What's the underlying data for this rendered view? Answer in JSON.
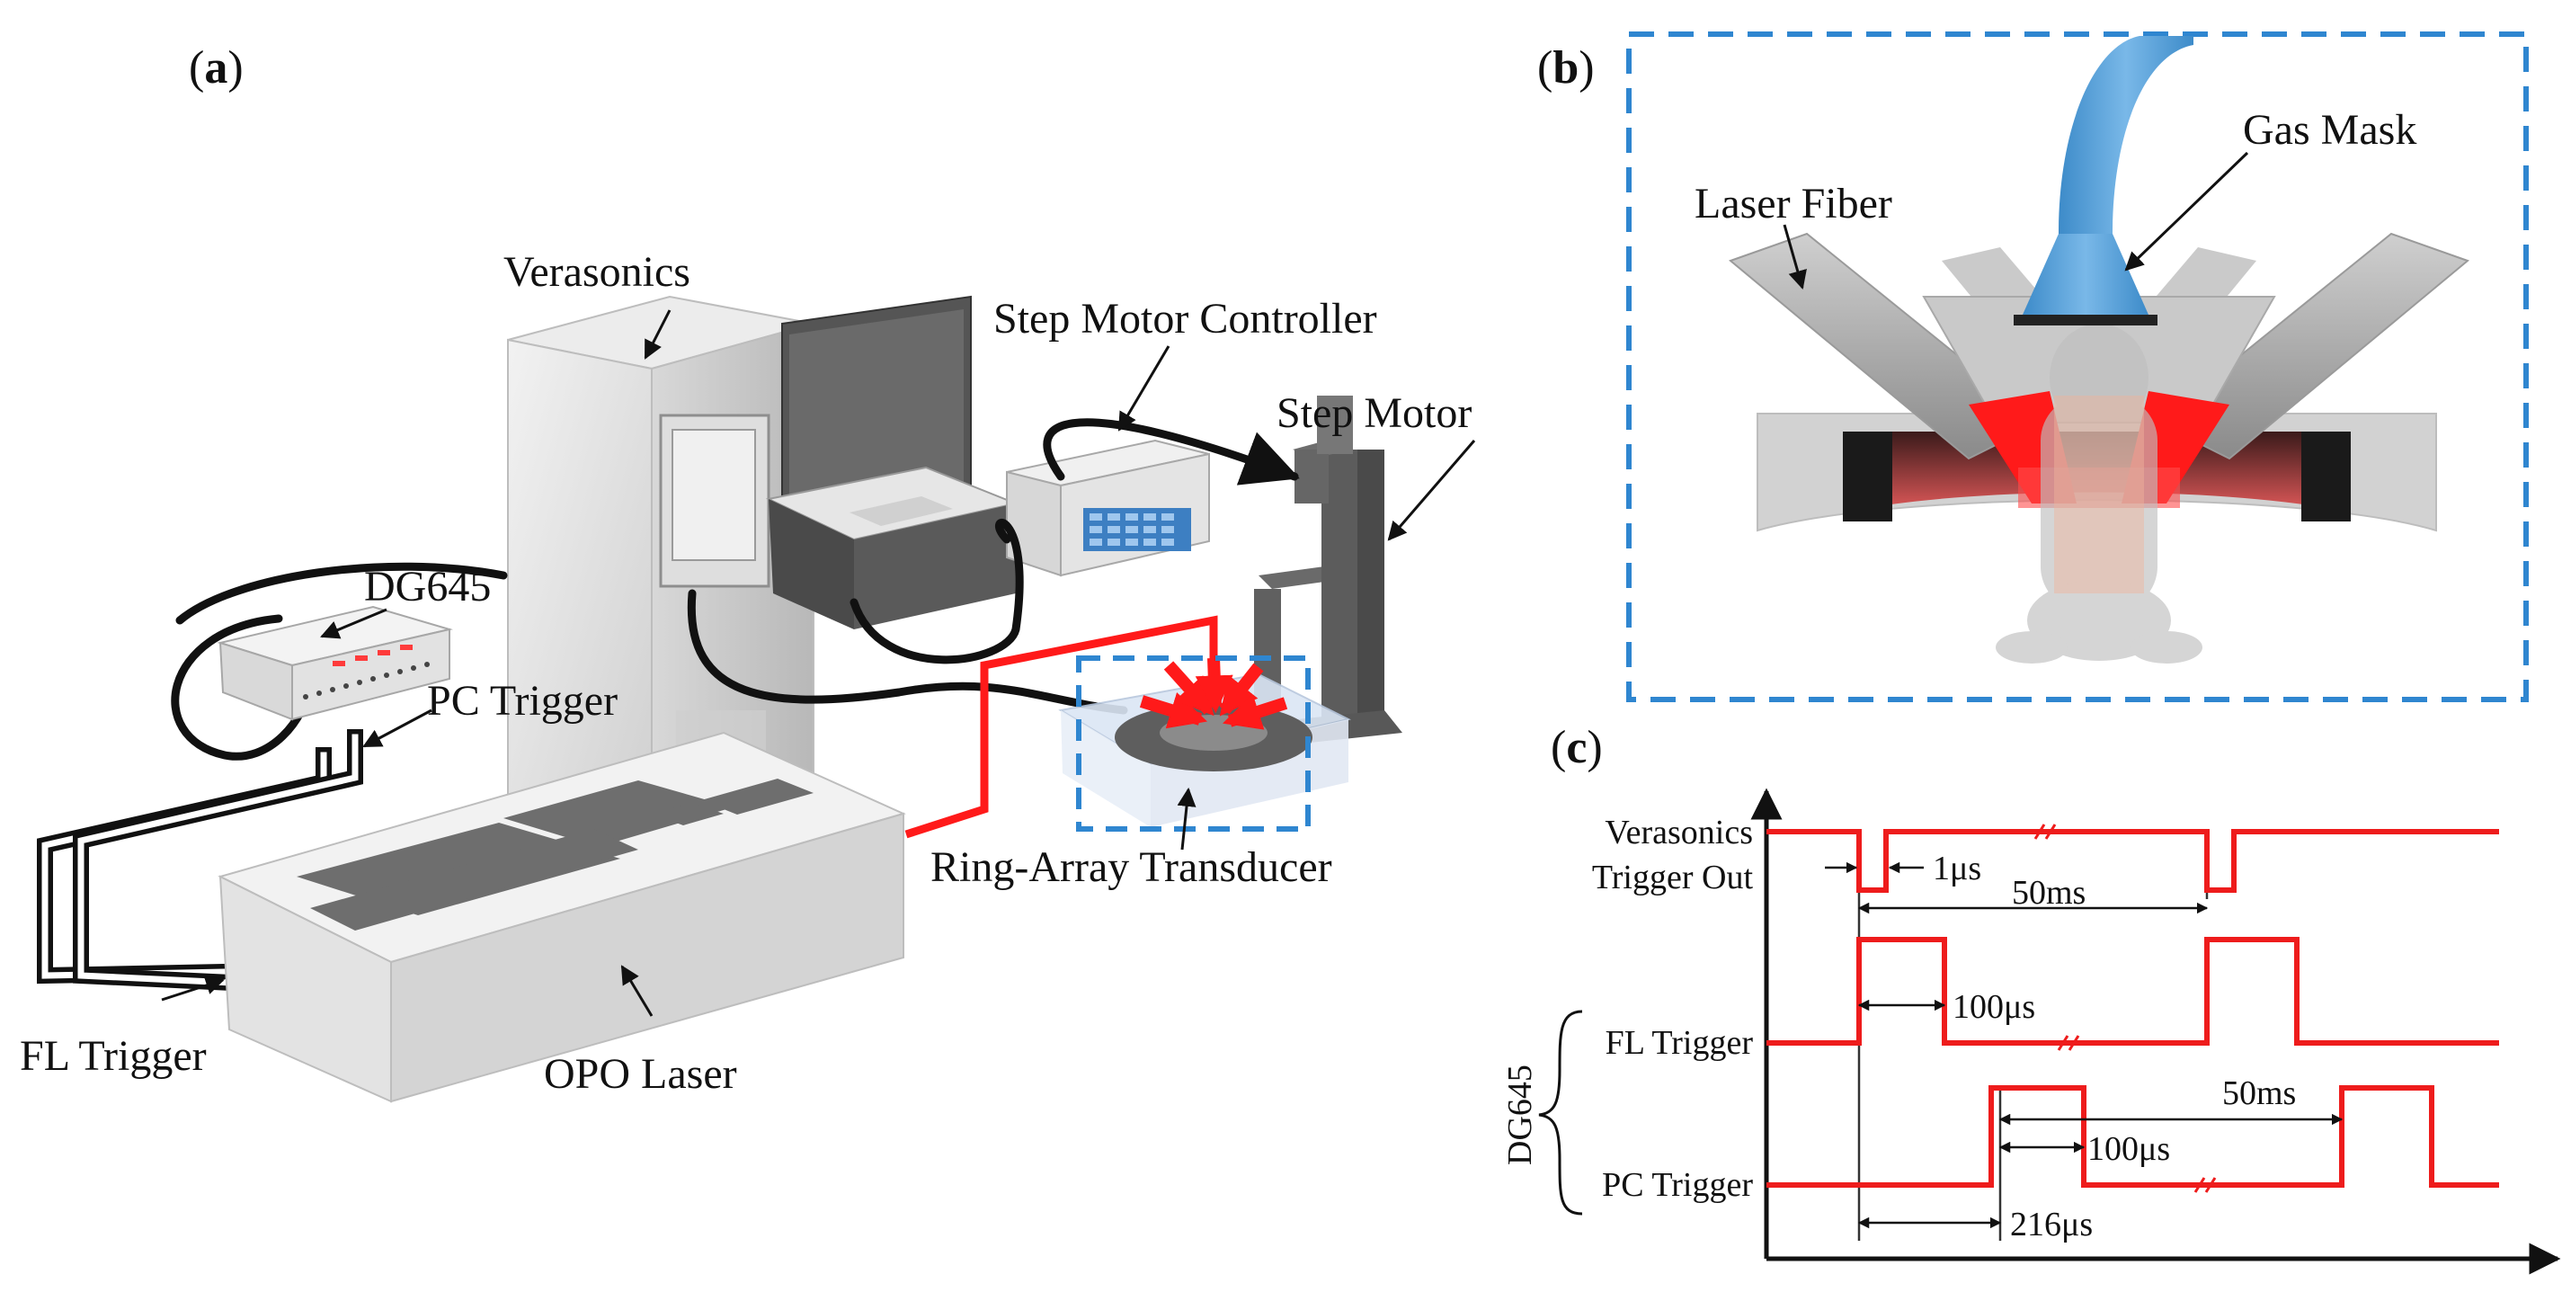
{
  "panels": {
    "a": {
      "label_open": "(",
      "label_letter": "a",
      "label_close": ")",
      "labels": {
        "verasonics": "Verasonics",
        "step_motor_controller": "Step Motor Controller",
        "step_motor": "Step Motor",
        "dg645": "DG645",
        "pc_trigger": "PC Trigger",
        "fl_trigger": "FL Trigger",
        "opo_laser": "OPO Laser",
        "ring_array": "Ring-Array Transducer"
      }
    },
    "b": {
      "label_open": "(",
      "label_letter": "b",
      "label_close": ")",
      "labels": {
        "gas_mask": "Gas Mask",
        "laser_fiber": "Laser Fiber"
      }
    },
    "c": {
      "label_open": "(",
      "label_letter": "c",
      "label_close": ")",
      "signals": {
        "verasonics_line1": "Verasonics",
        "verasonics_line2": "Trigger Out",
        "fl_trigger": "FL Trigger",
        "pc_trigger": "PC Trigger",
        "group": "DG645"
      },
      "annotations": {
        "pulse_width_1": "1μs",
        "period_1": "50ms",
        "fl_width": "100μs",
        "period_2": "50ms",
        "pc_width": "100μs",
        "delay": "216μs"
      }
    }
  },
  "colors": {
    "signal": "#ee1c1c",
    "dashed_box": "#2f86d0",
    "laser_red": "#ff1a1a",
    "gas_mask": "#4f9fd8",
    "cable": "#111111"
  }
}
